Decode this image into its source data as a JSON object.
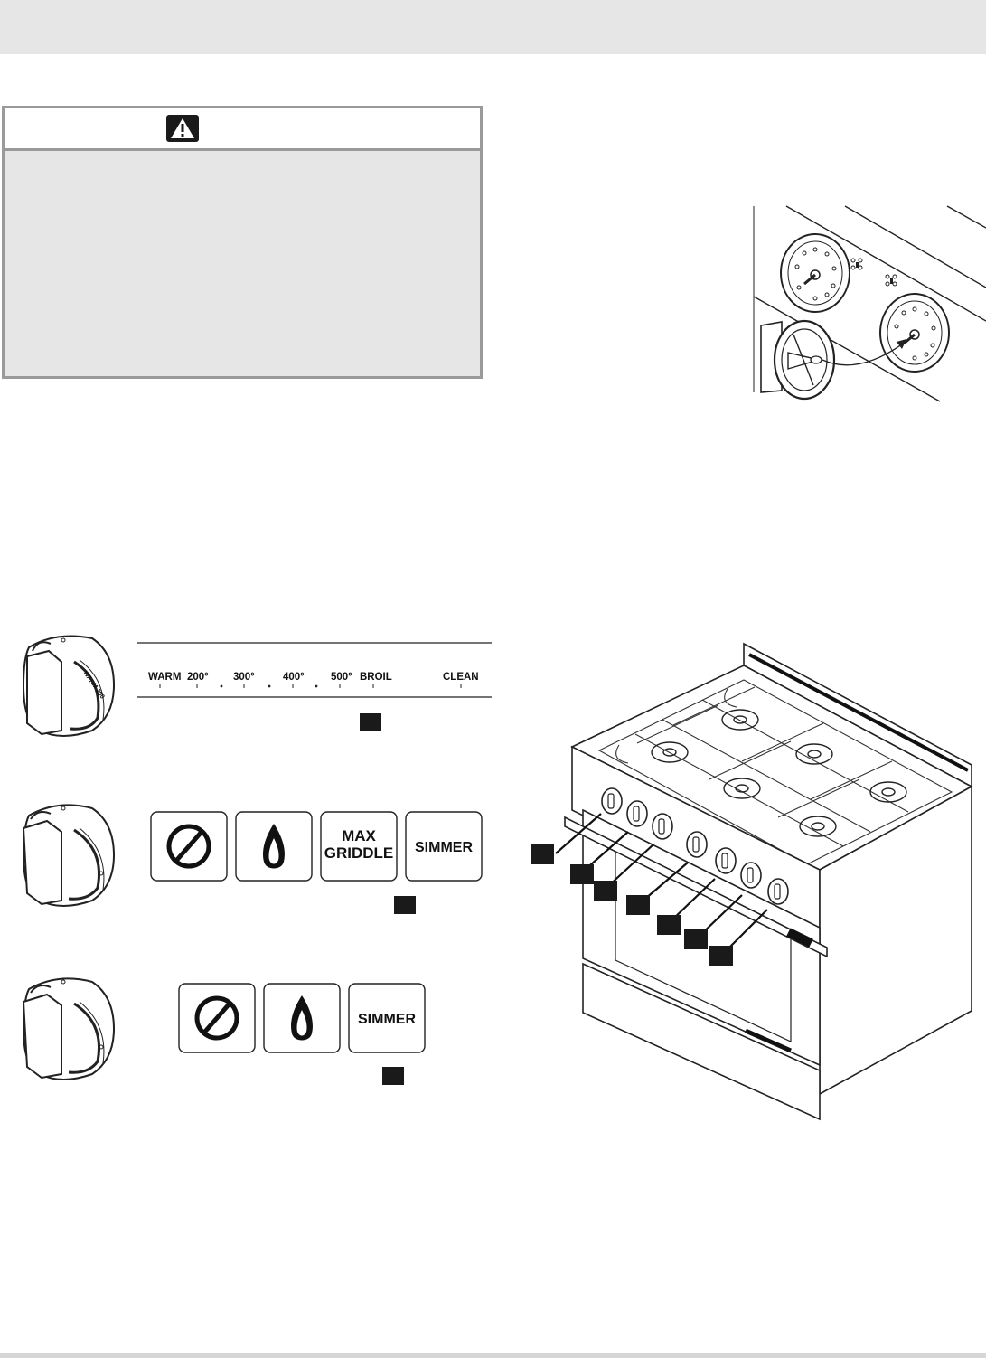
{
  "oven_scale": {
    "labels": [
      "WARM",
      "200°",
      "300°",
      "400°",
      "500°",
      "BROIL",
      "CLEAN"
    ]
  },
  "griddle_tiles": {
    "max_line1": "MAX",
    "max_line2": "GRIDDLE",
    "simmer": "SIMMER"
  },
  "burner_tiles": {
    "simmer": "SIMMER"
  },
  "icons": [
    "warning-icon",
    "off-icon",
    "flame-icon"
  ]
}
